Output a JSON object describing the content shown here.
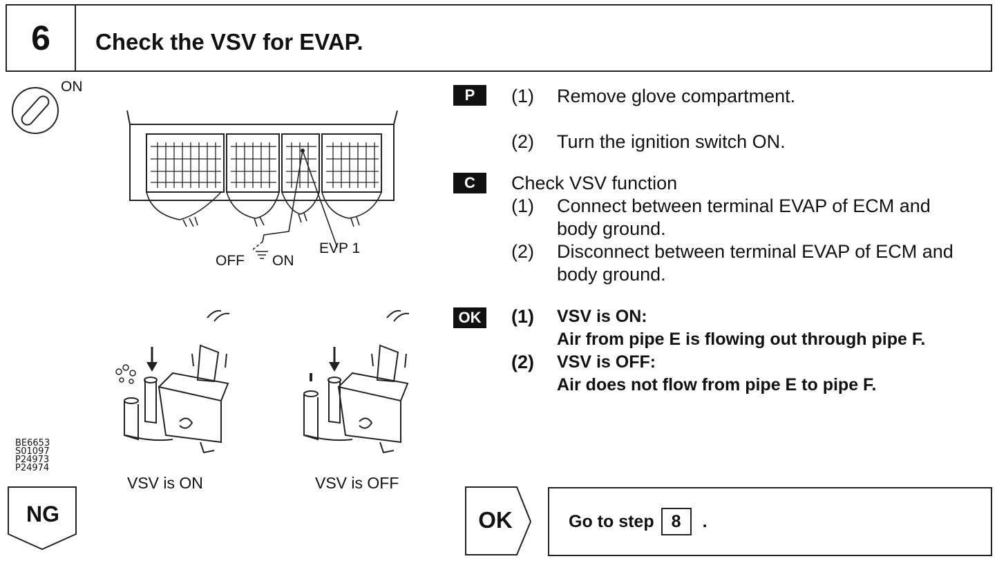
{
  "header": {
    "step_number": "6",
    "title": "Check the VSV for EVAP."
  },
  "ignition_label": "ON",
  "connector_labels": {
    "off": "OFF",
    "on": "ON",
    "evp": "EVP 1"
  },
  "captions": {
    "vsv_on": "VSV is ON",
    "vsv_off": "VSV is OFF"
  },
  "figure_codes": [
    "BE6653",
    "S01097",
    "P24973",
    "P24974"
  ],
  "badges": {
    "p": "P",
    "c": "C",
    "ok": "OK"
  },
  "prep_steps": [
    {
      "num": "(1)",
      "text": "Remove glove compartment."
    },
    {
      "num": "(2)",
      "text": "Turn the ignition switch ON."
    }
  ],
  "check": {
    "title": "Check VSV function",
    "steps": [
      {
        "num": "(1)",
        "line1": "Connect between terminal EVAP of ECM and",
        "line2": "body ground."
      },
      {
        "num": "(2)",
        "line1": "Disconnect between terminal EVAP of ECM and",
        "line2": "body ground."
      }
    ]
  },
  "ok_results": [
    {
      "num": "(1)",
      "line1": "VSV is ON:",
      "line2": "Air from pipe E is flowing out through pipe F."
    },
    {
      "num": "(2)",
      "line1": "VSV is OFF:",
      "line2": "Air does not flow from pipe E to pipe F."
    }
  ],
  "ng_label": "NG",
  "ok_label": "OK",
  "goto": {
    "text": "Go to step",
    "step": "8",
    "suffix": "."
  }
}
